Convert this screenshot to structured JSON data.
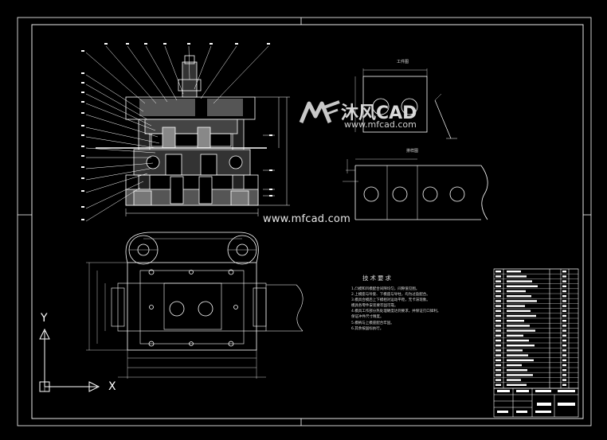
{
  "watermark": {
    "site": "www.mfcad.com",
    "brand": "沐风CAD",
    "url": "www.mfcad.com"
  },
  "views": {
    "part_title": "工件图",
    "strip_title": "排样图"
  },
  "axes": {
    "x": "X",
    "y": "Y"
  },
  "notes": {
    "title": "技术要求",
    "lines": [
      "1.凸模和凹模配合间隙均匀，间隙值见图。",
      "2.上模座与导套、下模座与导柱，均为过盈配合。",
      "3.模具合模后上下模相对运动平稳，无卡滞现象。",
      "  模具各零件安装要牢固可靠。",
      "4.模具工作部分热处理硬度达到要求，并保证刃口锋利。",
      "  保证冲件尺寸精度。",
      "5.模柄与上模座配合牢固。",
      "6.其余按国标执行。"
    ]
  },
  "colors": {
    "background": "#000000",
    "line": "#ffffff",
    "hatch": "#bbbbbb"
  }
}
